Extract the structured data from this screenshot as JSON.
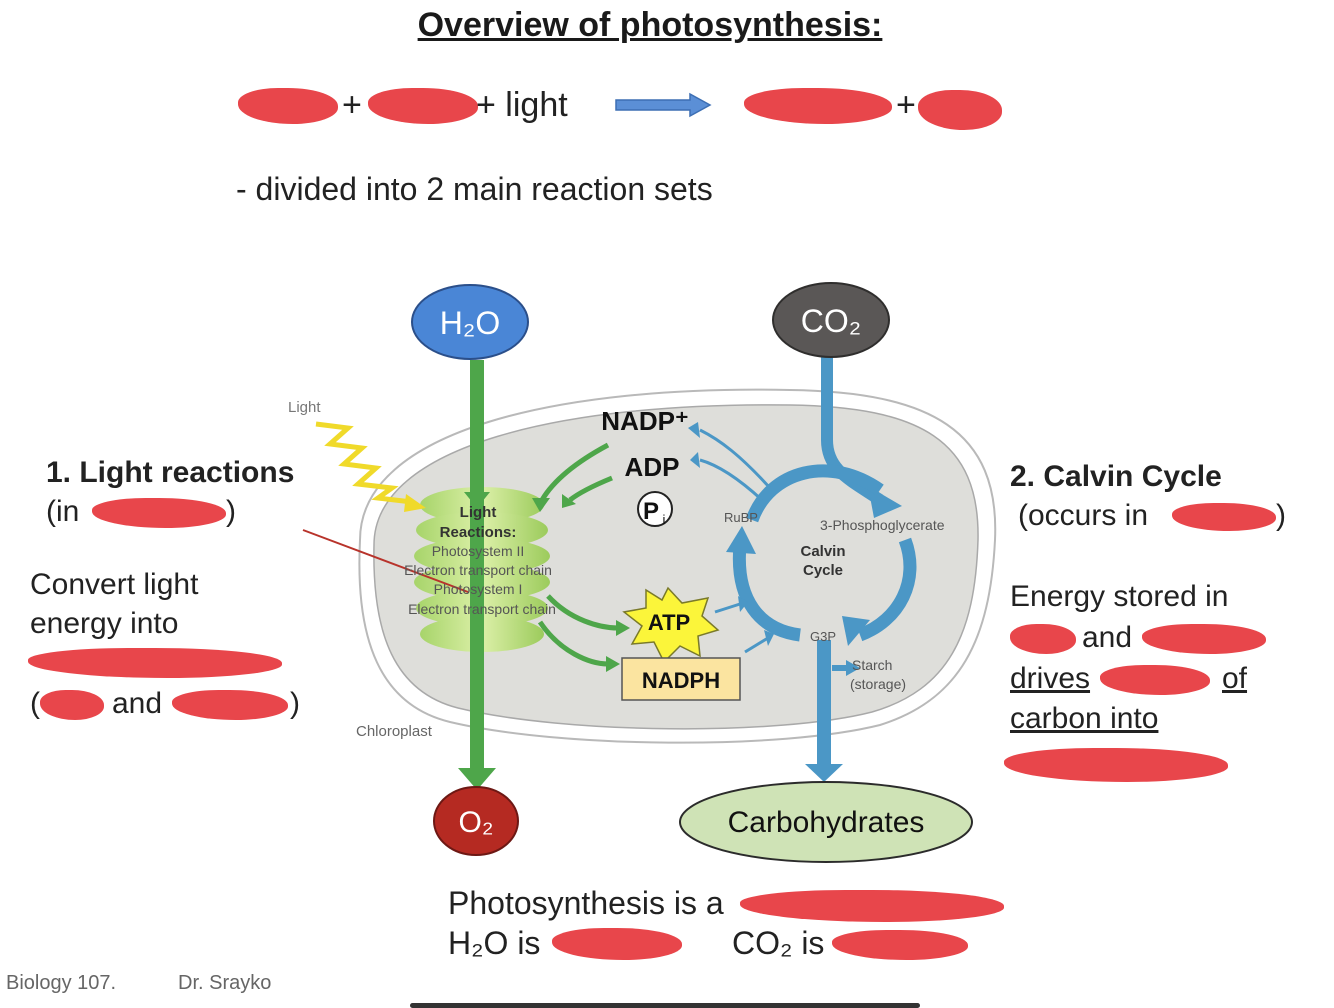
{
  "title": "Overview of photosynthesis:",
  "equation": {
    "plus1": "+",
    "light": "+ light",
    "plus2": "+"
  },
  "subtitle": "- divided into 2 main reaction sets",
  "left": {
    "heading": "1. Light reactions",
    "sub_prefix": "(in",
    "sub_suffix": ")",
    "desc1": "Convert light",
    "desc2": "energy into",
    "desc4_prefix": "(",
    "desc4_and": "and",
    "desc4_suffix": ")"
  },
  "right": {
    "heading": "2. Calvin Cycle",
    "sub_prefix": "(occurs in",
    "sub_suffix": ")",
    "line1": "Energy stored in",
    "line2_and": "and",
    "line3_prefix": "drives",
    "line3_suffix": "of",
    "line4": "carbon into"
  },
  "diagram": {
    "h2o": "H₂O",
    "co2": "CO₂",
    "o2": "O₂",
    "carbs": "Carbohydrates",
    "light": "Light",
    "chloroplast": "Chloroplast",
    "nadp_plus": "NADP⁺",
    "adp": "ADP",
    "pi": "P",
    "pi_sub": "i",
    "atp": "ATP",
    "nadph": "NADPH",
    "rubp": "RuBP",
    "pga": "3-Phosphoglycerate",
    "calvin1": "Calvin",
    "calvin2": "Cycle",
    "g3p": "G3P",
    "starch1": "Starch",
    "starch2": "(storage)",
    "lr1": "Light",
    "lr2": "Reactions:",
    "lr3": "Photosystem II",
    "lr4": "Electron transport chain",
    "lr5": "Photosystem I",
    "lr6": "Electron transport chain"
  },
  "bottom": {
    "line1": "Photosynthesis is a",
    "line2a": "H₂O is",
    "line2b": "CO₂ is"
  },
  "footer": {
    "course": "Biology 107.",
    "author": "Dr. Srayko"
  },
  "colors": {
    "redaction": "#e8464b",
    "h2o": "#4a86d6",
    "co2": "#5a5756",
    "o2": "#b52a22",
    "carbs": "#cfe3b6",
    "green_arrow": "#4ea64a",
    "blue_arrow": "#4b97c6",
    "atp": "#fbf53a",
    "nadph": "#fbe4a0"
  }
}
